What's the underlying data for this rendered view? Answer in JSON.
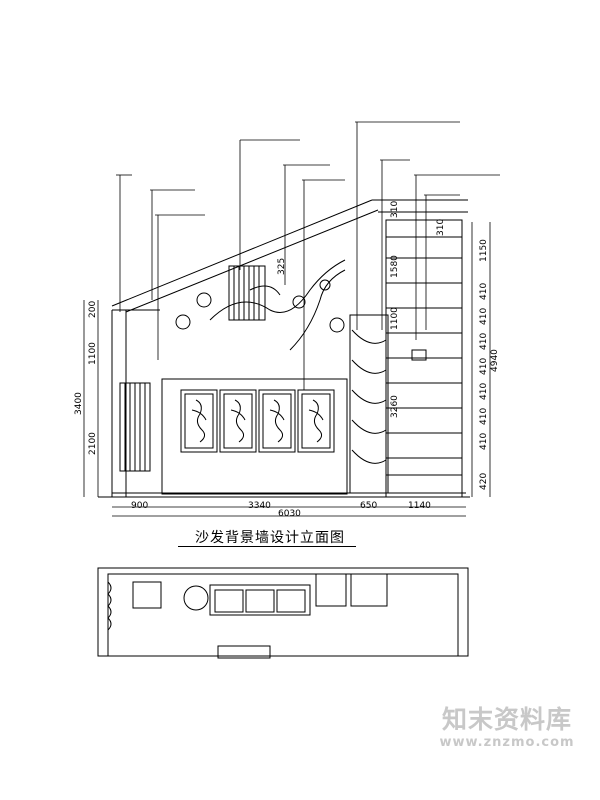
{
  "drawing": {
    "title": "沙发背景墙设计立面图",
    "horizontal_dimensions": [
      "900",
      "3340",
      "650",
      "1140"
    ],
    "total_width": "6030",
    "left_vertical_dimensions": [
      "200",
      "1100",
      "2100"
    ],
    "left_total_height": "3400",
    "right_vertical_dimensions": [
      "1150",
      "410",
      "410",
      "410",
      "410",
      "410",
      "410",
      "410",
      "420"
    ],
    "right_total_height": "4940",
    "inner_dimensions": [
      "310",
      "310",
      "325",
      "1580",
      "1100",
      "3260"
    ]
  },
  "watermark": {
    "name": "知末资料库",
    "url": "www.znzmo.com"
  }
}
